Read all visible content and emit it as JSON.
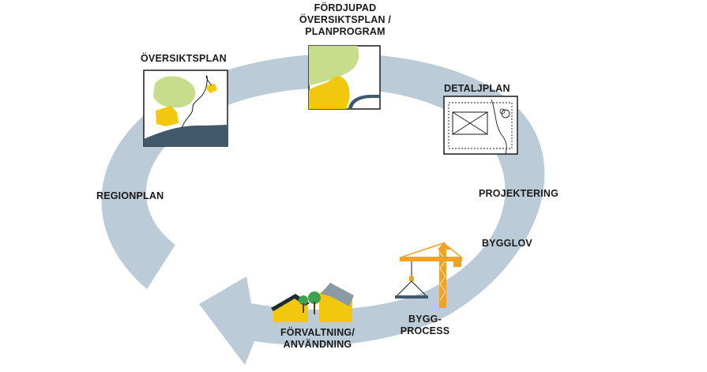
{
  "labels": {
    "fordjupad_line1": "FÖRDJUPAD",
    "fordjupad_line2": "ÖVERSIKTSPLAN /",
    "fordjupad_line3": "PLANPROGRAM",
    "oversiktsplan": "ÖVERSIKTSPLAN",
    "detaljplan": "DETALJPLAN",
    "regionplan": "REGIONPLAN",
    "projektering": "PROJEKTERING",
    "bygglov": "BYGGLOV",
    "byggprocess_line1": "BYGG-",
    "byggprocess_line2": "PROCESS",
    "forvaltning_line1": "FÖRVALTNING/",
    "forvaltning_line2": "ANVÄNDNING"
  },
  "colors": {
    "cycle_arrow": "#bccbd8",
    "green_area": "#c8dd8c",
    "yellow_area": "#f2c80f",
    "water": "#42596b",
    "crane": "#f0a227",
    "tree": "#3fa34d"
  },
  "icons": [
    "oversiktsplan-map-icon",
    "fordjupad-map-icon",
    "detaljplan-map-icon",
    "crane-icon",
    "houses-icon"
  ]
}
